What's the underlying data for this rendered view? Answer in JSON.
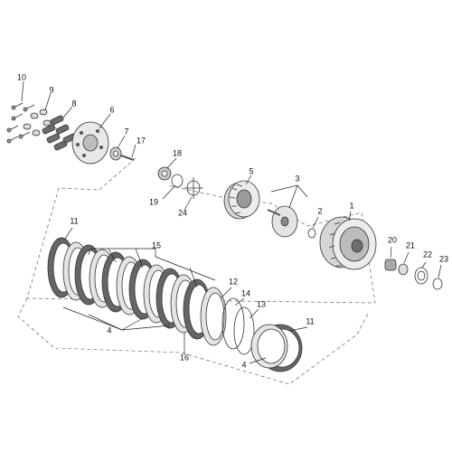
{
  "labels": {
    "p1": "1",
    "p2": "2",
    "p3": "3",
    "p4a": "4",
    "p4b": "4",
    "p5": "5",
    "p6": "6",
    "p7": "7",
    "p8": "8",
    "p9": "9",
    "p10": "10",
    "p11a": "11",
    "p11b": "11",
    "p12": "12",
    "p13": "13",
    "p14": "14",
    "p15": "15",
    "p16": "16",
    "p17": "17",
    "p18": "18",
    "p19": "19",
    "p20": "20",
    "p21": "21",
    "p22": "22",
    "p23": "23",
    "p24": "24"
  },
  "colors": {
    "line": "#333333",
    "part": "#e6e6e6",
    "dark": "#8a8a8a",
    "friction": "#555555"
  }
}
